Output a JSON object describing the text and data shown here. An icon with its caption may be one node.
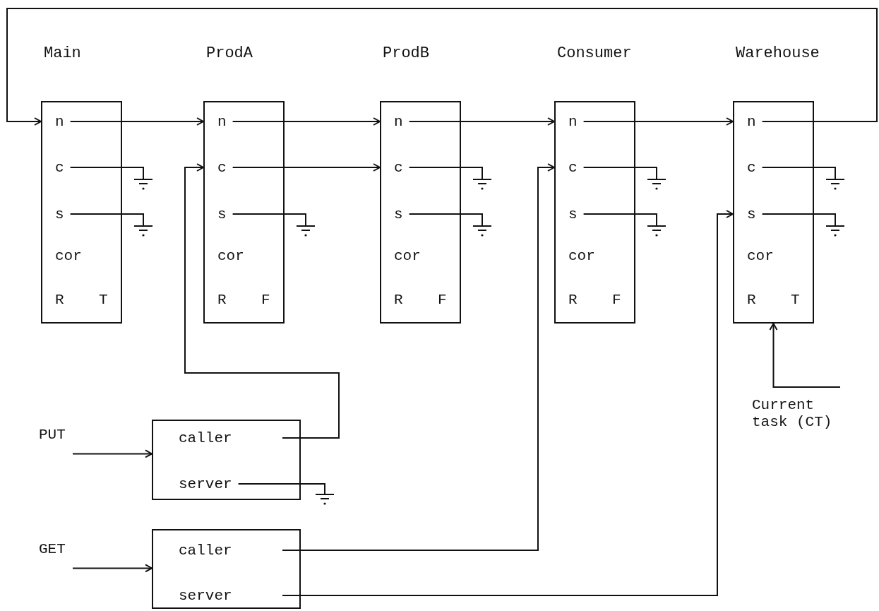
{
  "diagram": {
    "nodes": [
      {
        "text": [
          "Main"
        ]
      },
      {
        "text": [
          "n"
        ],
        "in": 0
      },
      {
        "text": [
          "c"
        ],
        "in": 0
      },
      {
        "text": [
          "s"
        ],
        "in": 0
      },
      {
        "text": [
          "cor"
        ],
        "in": 0
      },
      {
        "text": [
          "R",
          "T"
        ],
        "in": 0
      },
      {
        "text": [
          "ProdA"
        ]
      },
      {
        "text": [
          "n"
        ],
        "in": 6
      },
      {
        "text": [
          "c"
        ],
        "in": 6
      },
      {
        "text": [
          "s"
        ],
        "in": 6
      },
      {
        "text": [
          "cor"
        ],
        "in": 6
      },
      {
        "text": [
          "R",
          "F"
        ],
        "in": 6
      },
      {
        "text": [
          "ProdB"
        ]
      },
      {
        "text": [
          "n"
        ],
        "in": 12
      },
      {
        "text": [
          "c"
        ],
        "in": 12
      },
      {
        "text": [
          "s"
        ],
        "in": 12
      },
      {
        "text": [
          "cor"
        ],
        "in": 12
      },
      {
        "text": [
          "R",
          "F"
        ],
        "in": 12
      },
      {
        "text": [
          "Consumer"
        ]
      },
      {
        "text": [
          "n"
        ],
        "in": 18
      },
      {
        "text": [
          "c"
        ],
        "in": 18
      },
      {
        "text": [
          "s"
        ],
        "in": 18
      },
      {
        "text": [
          "cor"
        ],
        "in": 18
      },
      {
        "text": [
          "R",
          "F"
        ],
        "in": 18
      },
      {
        "text": [
          "Warehouse"
        ]
      },
      {
        "text": [
          "n"
        ],
        "in": 24
      },
      {
        "text": [
          "c"
        ],
        "in": 24
      },
      {
        "text": [
          "s"
        ],
        "in": 24
      },
      {
        "text": [
          "cor"
        ],
        "in": 24
      },
      {
        "text": [
          "R",
          "T"
        ],
        "in": 24
      },
      {
        "text": [],
        "shape": "ground"
      },
      {
        "text": [],
        "shape": "ground"
      },
      {
        "text": [],
        "shape": "ground"
      },
      {
        "text": [],
        "shape": "ground"
      },
      {
        "text": [],
        "shape": "ground"
      },
      {
        "text": [],
        "shape": "ground"
      },
      {
        "text": [],
        "shape": "ground"
      },
      {
        "text": [],
        "shape": "ground"
      },
      {
        "text": [],
        "shape": "ground"
      },
      {
        "text": [
          "Current task (CT)"
        ]
      },
      {
        "text": [
          "PUT"
        ]
      },
      {
        "text": [],
        "shape": "box"
      },
      {
        "text": [
          "caller"
        ],
        "in": 41
      },
      {
        "text": [
          "server"
        ],
        "in": 41
      },
      {
        "text": [],
        "shape": "ground"
      },
      {
        "text": [
          "GET"
        ]
      },
      {
        "text": [],
        "shape": "box"
      },
      {
        "text": [
          "caller"
        ],
        "in": 46
      },
      {
        "text": [
          "server"
        ],
        "in": 46
      }
    ],
    "edges": [
      {
        "from": 25,
        "to": 1,
        "arrow": "to"
      },
      {
        "from": 1,
        "to": 7,
        "arrow": "to"
      },
      {
        "from": 7,
        "to": 13,
        "arrow": "to"
      },
      {
        "from": 13,
        "to": 19,
        "arrow": "to"
      },
      {
        "from": 19,
        "to": 25,
        "arrow": "to"
      },
      {
        "from": 8,
        "to": 14,
        "arrow": "to"
      },
      {
        "from": 2,
        "to": 30,
        "arrow": "none"
      },
      {
        "from": 3,
        "to": 31,
        "arrow": "none"
      },
      {
        "from": 9,
        "to": 32,
        "arrow": "none"
      },
      {
        "from": 14,
        "to": 33,
        "arrow": "none"
      },
      {
        "from": 15,
        "to": 34,
        "arrow": "none"
      },
      {
        "from": 20,
        "to": 35,
        "arrow": "none"
      },
      {
        "from": 21,
        "to": 36,
        "arrow": "none"
      },
      {
        "from": 26,
        "to": 37,
        "arrow": "none"
      },
      {
        "from": 27,
        "to": 38,
        "arrow": "none"
      },
      {
        "from": 42,
        "to": 8,
        "arrow": "to"
      },
      {
        "from": 43,
        "to": 44,
        "arrow": "none"
      },
      {
        "from": 47,
        "to": 20,
        "arrow": "to"
      },
      {
        "from": 48,
        "to": 27,
        "arrow": "to"
      },
      {
        "from": 39,
        "to": 24,
        "arrow": "to"
      },
      {
        "from": 40,
        "to": 41,
        "arrow": "to"
      },
      {
        "from": 45,
        "to": 46,
        "arrow": "to"
      }
    ]
  }
}
